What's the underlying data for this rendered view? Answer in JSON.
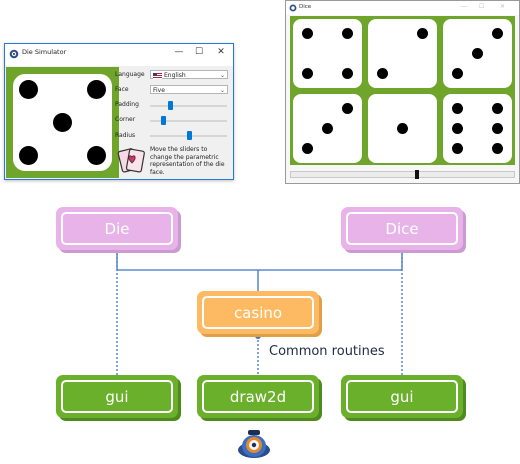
{
  "simulator": {
    "title": "Die Simulator",
    "min": "—",
    "max": "☐",
    "close": "✕",
    "language_label": "Language",
    "language_value": "English",
    "face_label": "Face",
    "face_value": "Five",
    "padding_label": "Padding",
    "corner_label": "Corner",
    "radius_label": "Radius",
    "padding_level": 0.27,
    "corner_level": 0.17,
    "radius_level": 0.5,
    "help": "Move the sliders to change the parametric representation of the die face."
  },
  "dice_window": {
    "title": "Dice",
    "min": "—",
    "max": "☐",
    "close": "✕",
    "faces": [
      4,
      2,
      3,
      3,
      1,
      6
    ],
    "slider_level": 0.5
  },
  "colors": {
    "die_bg": "#6fa52a",
    "accent": "#0078d7",
    "connector": "#3f74c7"
  },
  "diagram": {
    "die": "Die",
    "dice": "Dice",
    "casino": "casino",
    "common": "Common routines",
    "gui_left": "gui",
    "draw2d": "draw2d",
    "gui_right": "gui"
  }
}
